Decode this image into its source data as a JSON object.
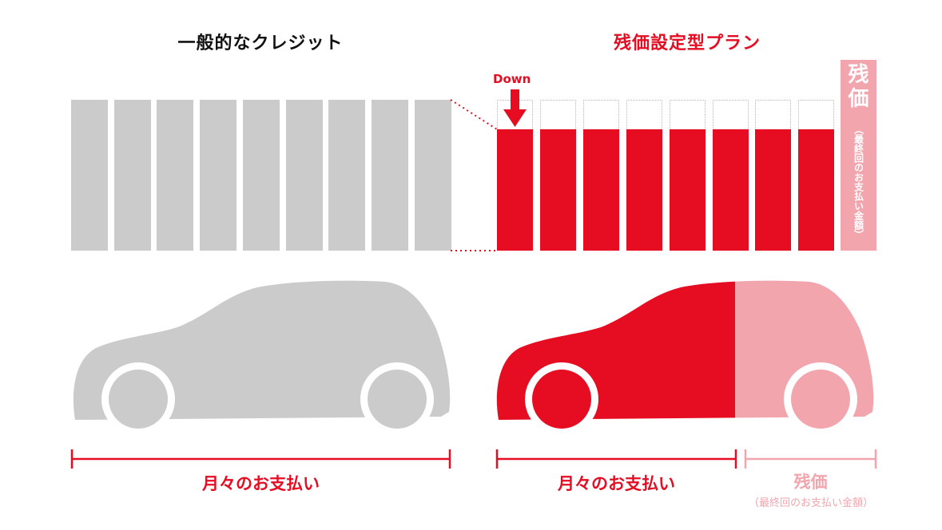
{
  "left": {
    "title": "一般的なクレジット",
    "bar_count": 9,
    "label": "月々のお支払い"
  },
  "right": {
    "title": "残価設定型プラン",
    "bar_count": 8,
    "down_label": "Down",
    "residual_col_title": "残価",
    "residual_col_sub": "（最終回のお支払い金額）",
    "monthly_label": "月々のお支払い",
    "residual_label": "残価",
    "residual_sub": "（最終回のお支払い金額）"
  },
  "colors": {
    "red": "#e60d22",
    "pink": "#f2a5ad",
    "gray": "#cbcbcb"
  }
}
